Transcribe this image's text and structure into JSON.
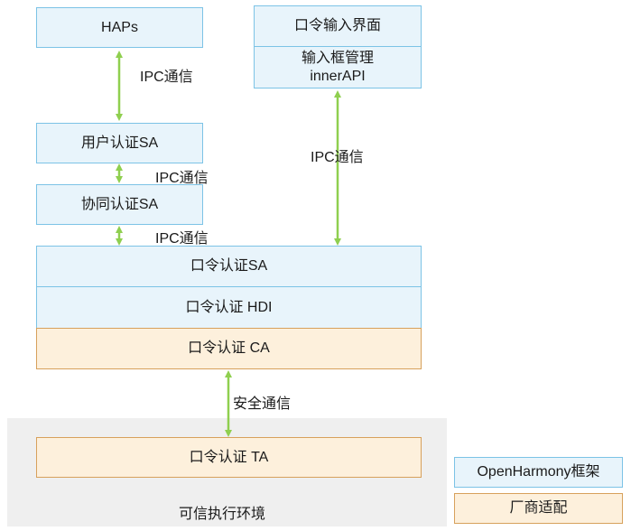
{
  "boxes": {
    "haps": "HAPs",
    "pin_input_ui": "口令输入界面",
    "input_box_mgmt_line1": "输入框管理",
    "input_box_mgmt_line2": "innerAPI",
    "user_auth_sa": "用户认证SA",
    "coauth_sa": "协同认证SA",
    "pin_auth_sa": "口令认证SA",
    "pin_auth_hdi": "口令认证 HDI",
    "pin_auth_ca": "口令认证 CA",
    "pin_auth_ta": "口令认证 TA"
  },
  "connections": {
    "ipc_1": "IPC通信",
    "ipc_2": "IPC通信",
    "ipc_3": "IPC通信",
    "ipc_4": "IPC通信",
    "secure": "安全通信"
  },
  "tee_label": "可信执行环境",
  "legend": {
    "framework": "OpenHarmony框架",
    "vendor": "厂商适配"
  },
  "colors": {
    "framework_fill": "#e8f4fb",
    "framework_border": "#7cc3e6",
    "vendor_fill": "#fdf0dc",
    "vendor_border": "#d7a15c",
    "arrow": "#8fcf4f",
    "tee_bg": "#efefef"
  }
}
